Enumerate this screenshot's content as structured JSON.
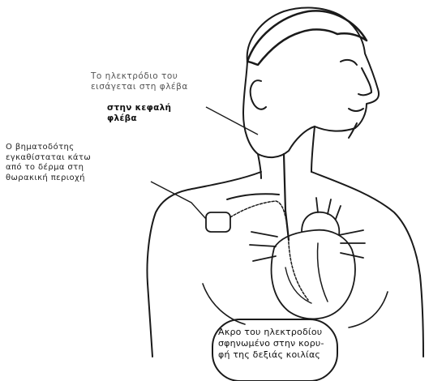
{
  "labels": {
    "top_faint": "Το ηλεκτρόδιο του\nεισάγεται στη φλέβα",
    "top_main": "στην κεφαλή φλέβα",
    "left": "Ο βηματοδότης\nεγκαθίσταται κάτω\nαπό το δέρμα στη\nθωρακική περιοχή",
    "bottom": "Άκρο του ηλεκτροδίου\nσφηνωμένο στην κορυ-\nφή της δεξιάς κοιλίας"
  }
}
